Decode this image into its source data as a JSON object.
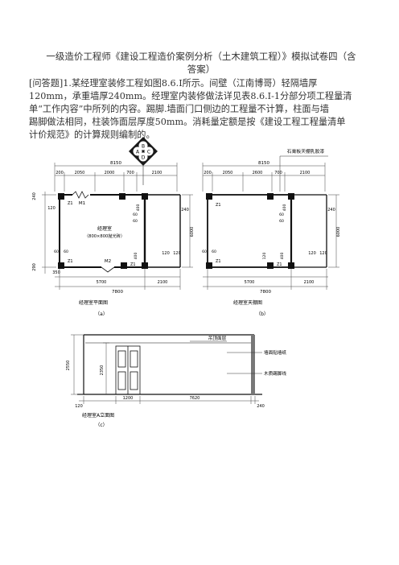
{
  "doc": {
    "title_line1": "一级造价工程师《建设工程造价案例分析（土木建筑工程）》模拟试卷四（含",
    "title_line2": "答案）",
    "question_line1": "[问答题]1.某经理室装修工程如图8.6.Ⅰ所示。间壁（江南博哥）轻隔墙厚",
    "question_line2": "120mm，承重墙厚240mm。经理室内装修做法详见表8.6.Ⅰ-1分部分项工程量清",
    "question_line3": "单“工作内容”中所列的内容。踢脚.墙面门口侧边的工程量不计算，柱面与墙",
    "question_line4": "踢脚做法相同，柱装饰面层厚度50mm。消耗量定额是按《建设工程工程量清单",
    "question_line5": "计价规范》的计算规则编制的。"
  },
  "drawing_a": {
    "caption": "经理室平面图",
    "sub": "（a）",
    "dims_top": [
      "8150",
      "200",
      "2050",
      "2000",
      "700",
      "2100"
    ],
    "dims_bottom": [
      "350",
      "5700",
      "2100",
      "7800"
    ],
    "dims_left": [
      "240",
      "120",
      "290"
    ],
    "dims_right": [
      "240",
      "6000",
      "120",
      "120"
    ],
    "room_label": "经理室",
    "room_sub": "（800×800抛光砖）",
    "door_m1": "M1",
    "door_m2": "M2",
    "col_labels": [
      "Z1",
      "Z1",
      "Z1"
    ],
    "inner_dims": [
      "60",
      "60",
      "60",
      "60",
      "400",
      "400"
    ],
    "diamond": [
      "B",
      "C",
      "D",
      "A"
    ]
  },
  "drawing_b": {
    "caption": "经理室天棚图",
    "sub": "（b）",
    "note": "石膏板天棚乳胶漆",
    "dims_top": [
      "8150",
      "200",
      "2050",
      "2600",
      "700",
      "2100"
    ],
    "dims_bottom": [
      "5700",
      "2100",
      "7800"
    ],
    "dims_right": [
      "240",
      "6000",
      "120",
      "120"
    ],
    "col_labels": [
      "Z1",
      "Z1",
      "Z1"
    ],
    "inner_dims": [
      "60",
      "60",
      "60",
      "60",
      "400",
      "400",
      "120"
    ]
  },
  "drawing_c": {
    "caption": "经理室A立面图",
    "sub": "（c）",
    "label_ceiling": "吊顶面层",
    "label_wall": "墙面贴墙纸",
    "label_skirting": "木质踢脚线",
    "dims_v": [
      "2550",
      "2350"
    ],
    "dims_h": [
      "120",
      "1200",
      "7620",
      "240"
    ]
  }
}
